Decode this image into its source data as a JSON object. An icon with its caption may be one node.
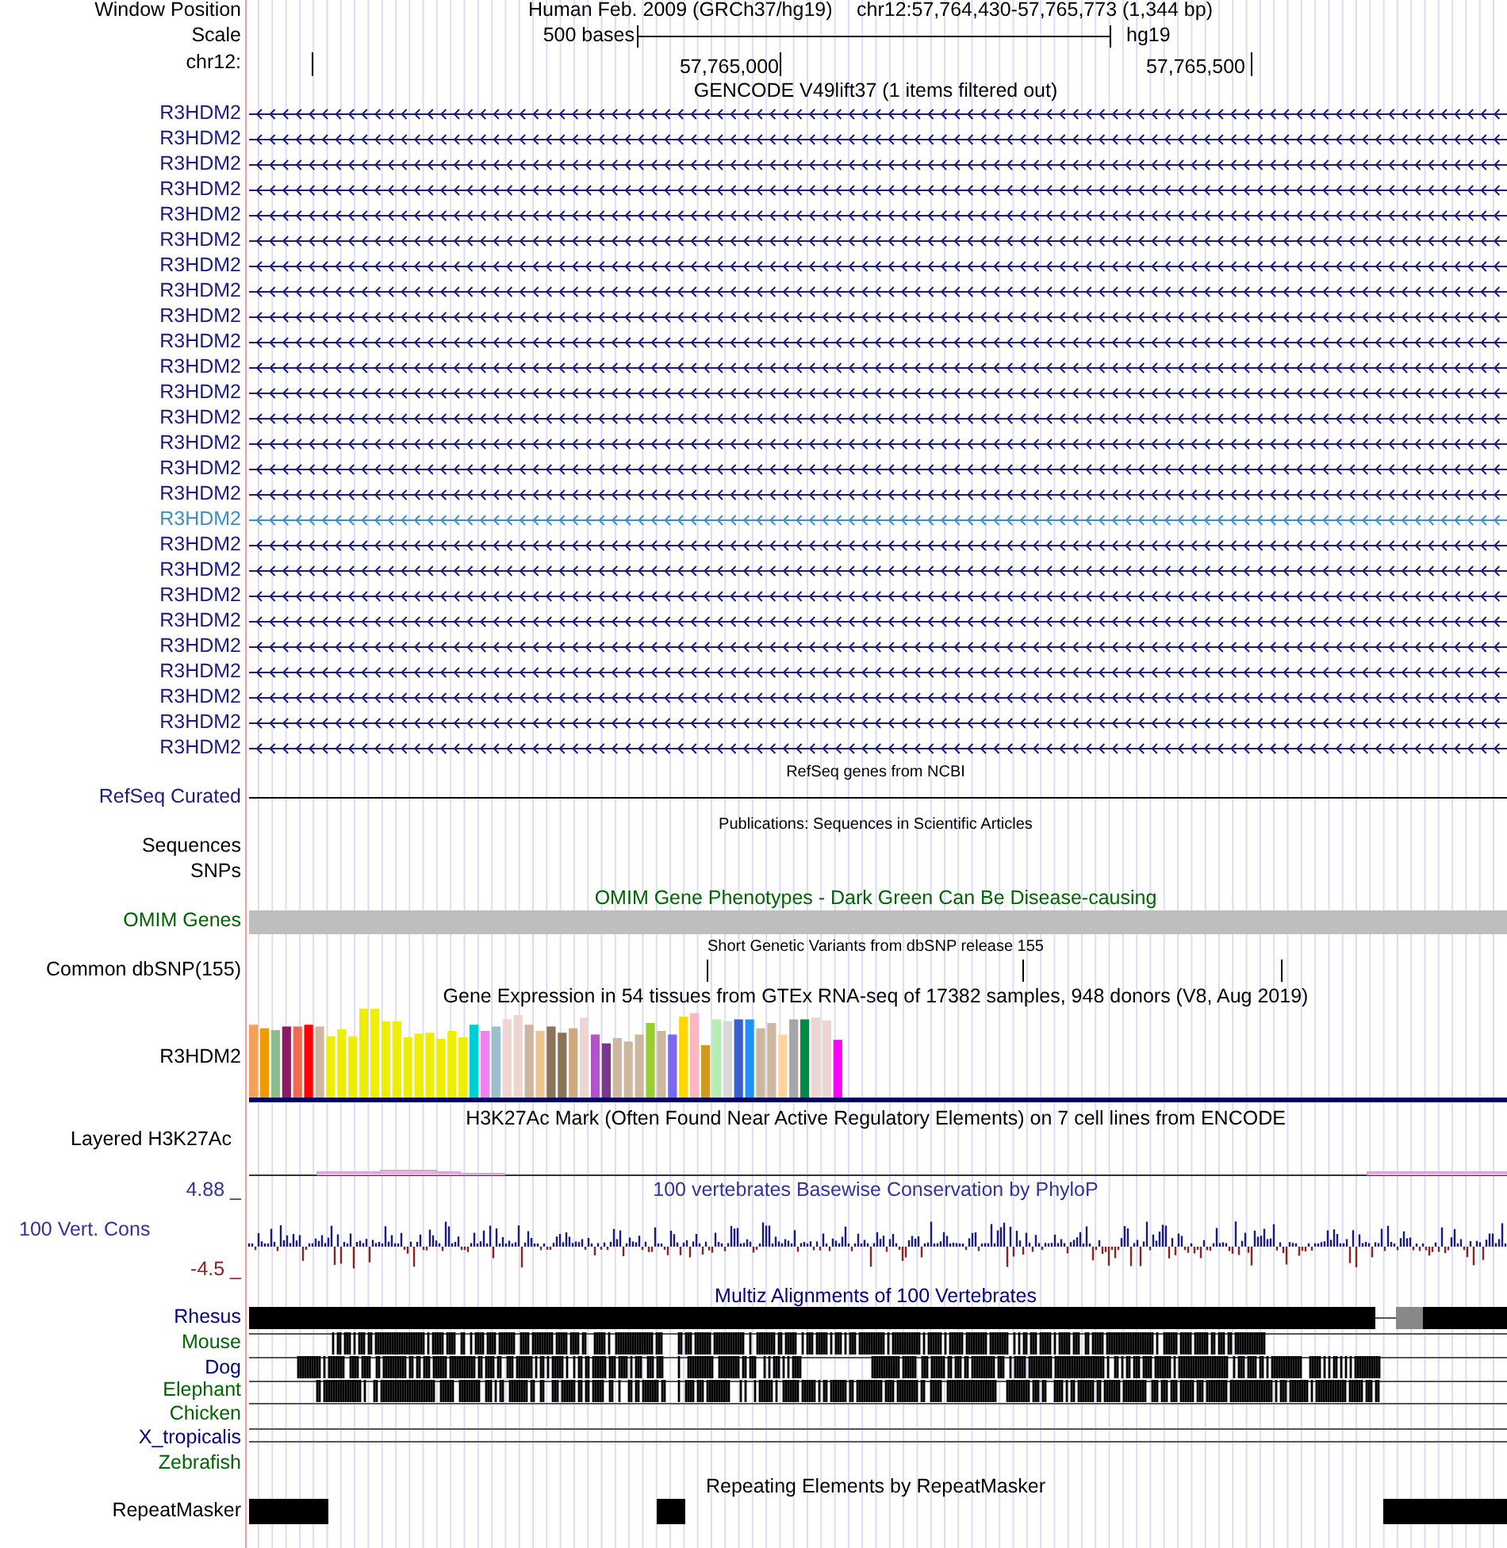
{
  "diagram": {
    "labels": [
      "Window Position",
      "Human Feb. 2009 (GRCh37/hg19)",
      "chr12:57,764,430-57,765,773 (1,344 bp)",
      "Scale",
      "500 bases",
      "hg19",
      "chr12:",
      "57,765,000",
      "57,765,500",
      "GENCODE V49lift37 (1 items filtered out)",
      "R3HDM2",
      "R3HDM2",
      "R3HDM2",
      "R3HDM2",
      "R3HDM2",
      "R3HDM2",
      "R3HDM2",
      "R3HDM2",
      "R3HDM2",
      "R3HDM2",
      "R3HDM2",
      "R3HDM2",
      "R3HDM2",
      "R3HDM2",
      "R3HDM2",
      "R3HDM2",
      "R3HDM2",
      "R3HDM2",
      "R3HDM2",
      "R3HDM2",
      "R3HDM2",
      "R3HDM2",
      "R3HDM2",
      "R3HDM2",
      "R3HDM2",
      "R3HDM2",
      "RefSeq Curated",
      "RefSeq genes from NCBI",
      "Publications: Sequences in Scientific Articles",
      "Sequences",
      "SNPs",
      "OMIM Genes",
      "OMIM Gene Phenotypes - Dark Green Can Be Disease-causing",
      "Common dbSNP(155)",
      "Short Genetic Variants from dbSNP release 155",
      "Gene Expression in 54 tissues from GTEx RNA-seq of 17382 samples, 948 donors (V8, Aug 2019)",
      "R3HDM2",
      "Layered H3K27Ac",
      "H3K27Ac Mark (Often Found Near Active Regulatory Elements) on 7 cell lines from ENCODE",
      "4.88 _",
      "100 vertebrates Basewise Conservation by PhyloP",
      "100 Vert. Cons",
      "-4.5 _",
      "Multiz Alignments of 100 Vertebrates",
      "Rhesus",
      "Mouse",
      "Dog",
      "Elephant",
      "Chicken",
      "X_tropicalis",
      "Zebrafish",
      "Repeating Elements by RepeatMasker",
      "RepeatMasker"
    ]
  }
}
